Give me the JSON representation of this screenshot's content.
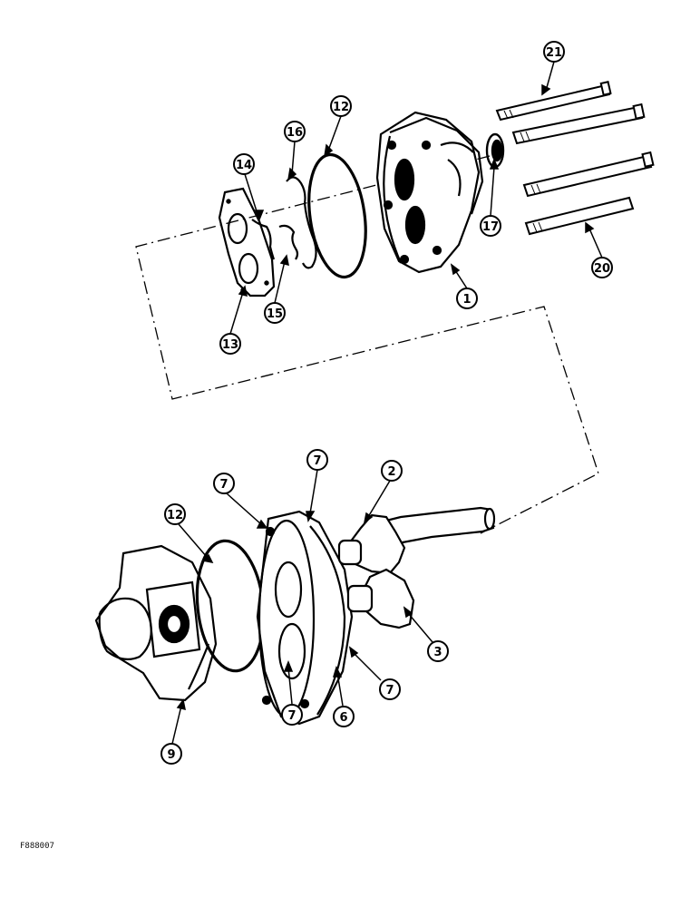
{
  "figure_code": "F888007",
  "callouts": {
    "c21": "21",
    "c16": "16",
    "c12a": "12",
    "c14": "14",
    "c17": "17",
    "c20": "20",
    "c1": "1",
    "c15": "15",
    "c13": "13",
    "c7a": "7",
    "c7b": "7",
    "c2": "2",
    "c12b": "12",
    "c3": "3",
    "c7c": "7",
    "c6": "6",
    "c7d": "7",
    "c9": "9"
  }
}
